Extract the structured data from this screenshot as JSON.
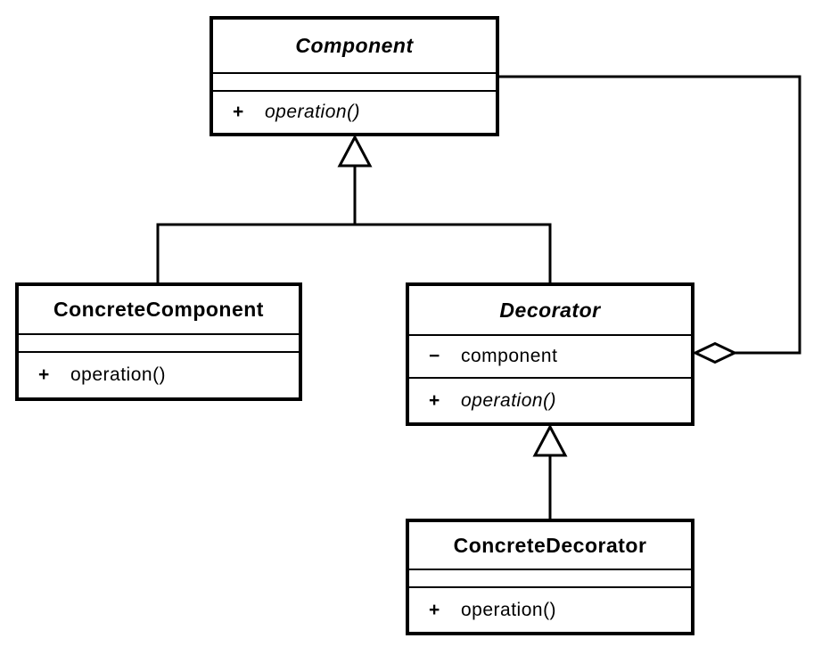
{
  "colors": {
    "background": "#ffffff",
    "line": "#000000",
    "shape_fill": "#ffffff"
  },
  "classes": {
    "component": {
      "name": "Component",
      "abstract": true,
      "attributes": [],
      "methods": [
        {
          "sign": "+",
          "text": "operation()",
          "abstract": true
        }
      ]
    },
    "concrete_component": {
      "name": "ConcreteComponent",
      "abstract": false,
      "attributes": [],
      "methods": [
        {
          "sign": "+",
          "text": "operation()",
          "abstract": false
        }
      ]
    },
    "decorator": {
      "name": "Decorator",
      "abstract": true,
      "attributes": [
        {
          "sign": "−",
          "text": "component"
        }
      ],
      "methods": [
        {
          "sign": "+",
          "text": "operation()",
          "abstract": true
        }
      ]
    },
    "concrete_decorator": {
      "name": "ConcreteDecorator",
      "abstract": false,
      "attributes": [],
      "methods": [
        {
          "sign": "+",
          "text": "operation()",
          "abstract": false
        }
      ]
    }
  },
  "relationships": [
    {
      "type": "generalization",
      "from": "ConcreteComponent",
      "to": "Component"
    },
    {
      "type": "generalization",
      "from": "Decorator",
      "to": "Component"
    },
    {
      "type": "generalization",
      "from": "ConcreteDecorator",
      "to": "Decorator"
    },
    {
      "type": "aggregation",
      "from": "Decorator",
      "to": "Component"
    }
  ]
}
